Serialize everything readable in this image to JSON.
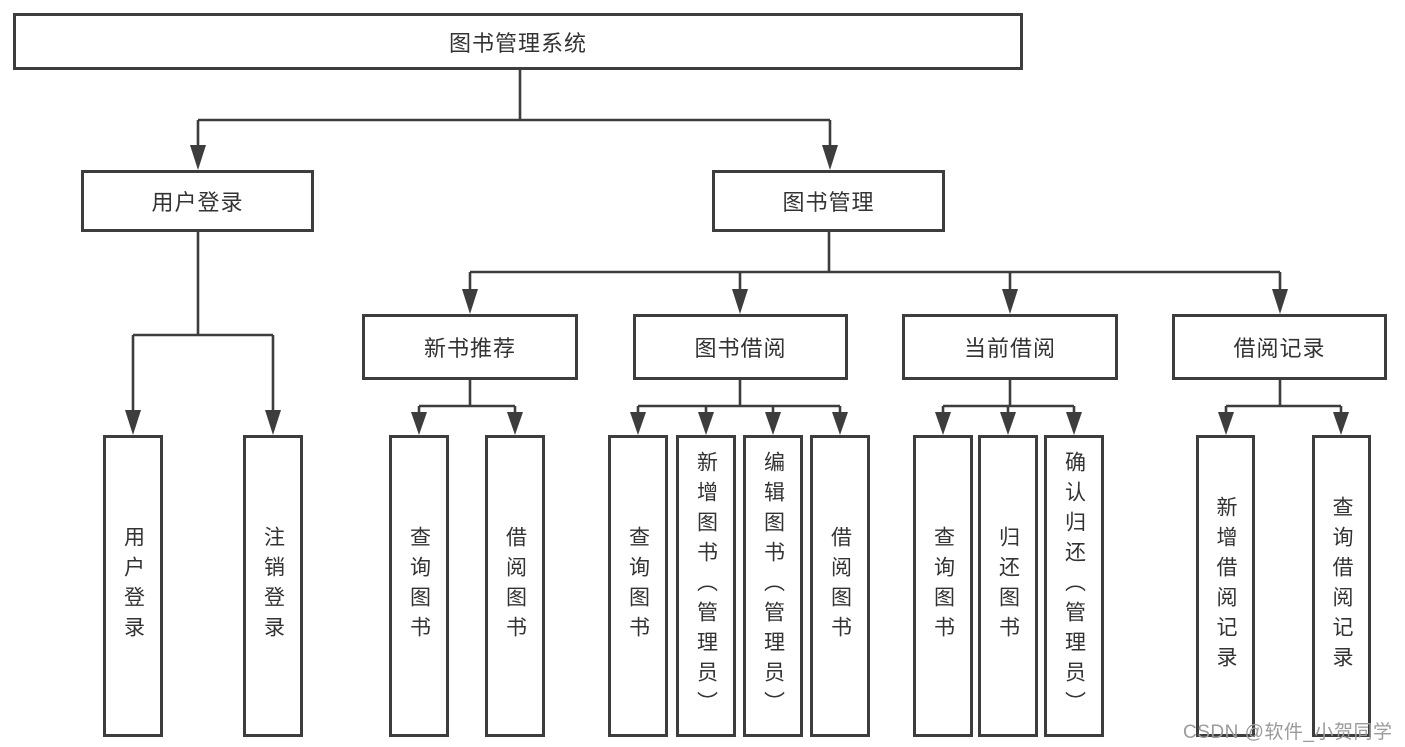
{
  "diagram": {
    "root": "图书管理系统",
    "user": {
      "label": "用户登录",
      "children": [
        "用户登录",
        "注销登录"
      ]
    },
    "mgmt": {
      "label": "图书管理",
      "sections": [
        {
          "label": "新书推荐",
          "children": [
            "查询图书",
            "借阅图书"
          ]
        },
        {
          "label": "图书借阅",
          "children": [
            "查询图书",
            "新增图书（管理员）",
            "编辑图书（管理员）",
            "借阅图书"
          ]
        },
        {
          "label": "当前借阅",
          "children": [
            "查询图书",
            "归还图书",
            "确认归还（管理员）"
          ]
        },
        {
          "label": "借阅记录",
          "children": [
            "新增借阅记录",
            "查询借阅记录"
          ]
        }
      ]
    }
  },
  "watermark": "CSDN @软件_小贺同学",
  "colors": {
    "line": "#3d3d3d",
    "text": "#333333",
    "watermark": "#9b9b9b",
    "background": "#ffffff"
  }
}
